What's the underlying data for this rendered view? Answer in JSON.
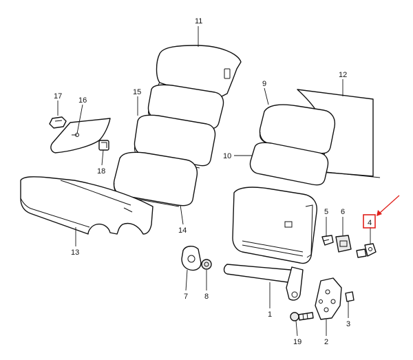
{
  "diagram": {
    "callouts": [
      "11",
      "12",
      "9",
      "15",
      "17",
      "16",
      "10",
      "18",
      "13",
      "14",
      "5",
      "6",
      "4",
      "7",
      "8",
      "1",
      "3",
      "19",
      "2"
    ],
    "highlighted_callout": "4",
    "colors": {
      "line": "#111111",
      "highlight": "#e0201b",
      "background": "#ffffff"
    }
  }
}
